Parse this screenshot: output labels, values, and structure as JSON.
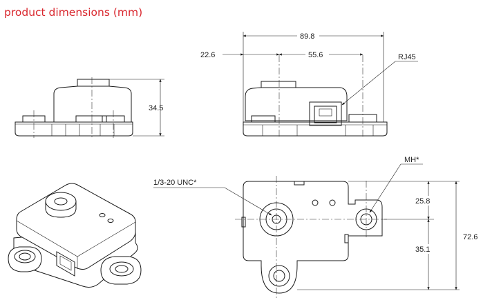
{
  "title": "product dimensions (mm)",
  "colors": {
    "title": "#d9272e",
    "line": "#1a1a1a"
  },
  "dimensions": {
    "overall_width": "89.8",
    "left_offset": "22.6",
    "center_span": "55.6",
    "height": "34.5",
    "upper_offset": "25.8",
    "lower_offset": "35.1",
    "overall_depth": "72.6"
  },
  "callouts": {
    "connector": "RJ45",
    "mount_thread": "1/3-20 UNC*",
    "mount_hole": "MH*"
  }
}
